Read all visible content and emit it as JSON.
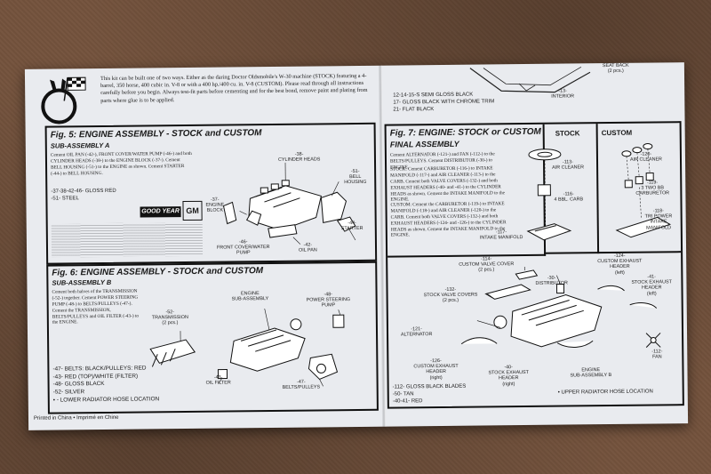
{
  "intro": {
    "text": "This kit can be built one of two ways. Either as the daring Doctor Oldsmobile's W-30 machine (STOCK) featuring a 4-barrel, 350 horse, 400 cubic in. V-8 or with a 400 hp./400 cu. in. V-8 (CUSTOM). Please read through all instructions carefully before you begin. Always test-fit parts before cementing and for the best bond, remove paint and plating from parts where glue is to be applied."
  },
  "top_right": {
    "seat_back": "SEAT BACK\n(2 pcs.)",
    "paint_lines": [
      "12-14-15-S SEMI GLOSS BLACK",
      "17- GLOSS BLACK WITH CHROME TRIM",
      "21- FLAT BLACK"
    ],
    "interior": "-13-\nINTERIOR"
  },
  "fig5": {
    "title": "Fig. 5: ENGINE ASSEMBLY - STOCK and CUSTOM",
    "subtitle": "SUB-ASSEMBLY A",
    "body": "Cement OIL PAN (-42-), FRONT COVER/WATER PUMP (-46-) and both CYLINDER HEADS (-38-) to the ENGINE BLOCK (-37-). Cement BELL HOUSING (-51-) to the ENGINE as shown. Cement STARTER (-44-) to BELL HOUSING.",
    "paint": [
      "-37-38-42-46- GLOSS RED",
      "-51- STEEL"
    ],
    "brand_goodyear": "GOOD YEAR",
    "brand_gm": "GM",
    "labels": {
      "heads": "-38-\nCYLINDER HEADS",
      "bell": "-51-\nBELL\nHOUSING",
      "block": "-37-\nENGINE\nBLOCK",
      "starter": "-44-\nSTARTER",
      "oil_pan": "-42-\nOIL PAN",
      "cover": "-46-\nFRONT COVER/WATER\nPUMP"
    }
  },
  "fig6": {
    "title": "Fig. 6: ENGINE ASSEMBLY - STOCK and CUSTOM",
    "subtitle": "SUB-ASSEMBLY B",
    "body": "Cement both halves of the TRANSMISSION (-52-) together. Cement POWER STEERING PUMP (-48-) to BELTS/PULLEYS (-47-). Cement the TRANSMISSION, BELTS/PULLEYS and OIL FILTER (-43-) to the ENGINE.",
    "labels": {
      "engine": "ENGINE\nSUB-ASSEMBLY",
      "psp": "-48-\nPOWER STEERING\nPUMP",
      "trans": "-52-\nTRANSMISSION\n(2 pcs.)",
      "filter": "-43-\nOIL FILTER",
      "belts": "-47-\nBELTS/PULLEYS"
    },
    "legend": [
      "-47- BELTS: BLACK/PULLEYS: RED",
      "-43- RED (TOP)/WHITE (FILTER)",
      "-48- GLOSS BLACK",
      "-52- SILVER",
      "• - LOWER RADIATOR HOSE LOCATION"
    ]
  },
  "fig7": {
    "title": "Fig. 7: ENGINE: STOCK or CUSTOM",
    "subtitle": "FINAL ASSEMBLY",
    "col_stock": "STOCK",
    "col_custom": "CUSTOM",
    "body1": "Cement ALTERNATOR (-121-) and FAN (-112-) to the BELTS/PULLEYS. Cement DISTRIBUTOR (-30-) to ENGINE.",
    "body2": "STOCK: Cement CARBURETOR (-116-) to INTAKE MANIFOLD (-117-) and AIR CLEANER (-113-) to the CARB. Cement both VALVE COVERS (-132-) and both EXHAUST HEADERS (-40- and -41-) to the CYLINDER HEADS as shown. Cement the INTAKE MANIFOLD to the ENGINE.",
    "body3": "CUSTOM: Cement the CARBURETOR (-119-) to INTAKE MANIFOLD (-118-) and AIR CLEANER (-120-) to the CARB. Cement both VALVE COVERS (-132-) and both EXHAUST HEADERS (-124- and -126-) to the CYLINDER HEADS as shown. Cement the INTAKE MANIFOLD to the ENGINE.",
    "labels": {
      "air_cleaner": "-113-\nAIR CLEANER",
      "carb": "-116-\n4 BBL. CARB",
      "manifold": "-117-\nINTAKE MANIFOLD",
      "c_air": "-120-\nAIR CLEANER",
      "c_carb": "-119-\n3 TWO BB\nCARBURETOR",
      "c_manifold": "-118-\nTRI POWER\nINTAKE\nMANIFOLD",
      "cvc": "-114-\nCUSTOM VALVE COVER\n(2 pcs.)",
      "dist": "-30-\nDISTRIBUTOR",
      "svc": "-132-\nSTOCK VALVE COVERS\n(2 pcs.)",
      "alt": "-121-\nALTERNATOR",
      "ceh_left": "-124-\nCUSTOM EXHAUST\nHEADER\n(left)",
      "seh_left": "-41-\nSTOCK EXHAUST\nHEADER\n(left)",
      "ceh_right": "-126-\nCUSTOM EXHAUST\nHEADER\n(right)",
      "seh_right": "-40-\nSTOCK EXHAUST\nHEADER\n(right)",
      "engine_b": "ENGINE\nSUB-ASSEMBLY B",
      "fan": "-112-\nFAN"
    },
    "legend": [
      "-112- GLOSS BLACK BLADES",
      "-50- TAN",
      "-40-41- RED"
    ],
    "upper_hose": "• UPPER RADIATOR HOSE LOCATION"
  },
  "footer": "Printed in China • Imprimé en Chine"
}
